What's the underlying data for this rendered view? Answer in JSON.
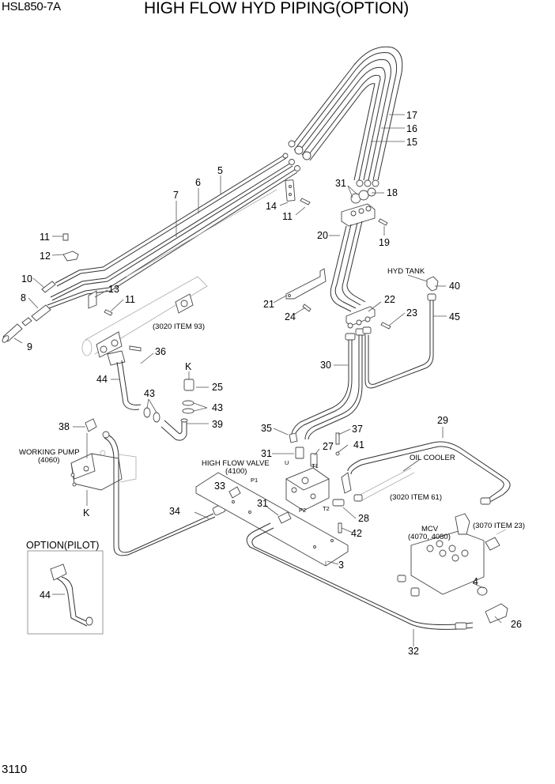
{
  "header": {
    "model": "HSL850-7A",
    "title": "HIGH FLOW HYD PIPING(OPTION)"
  },
  "page_number": "3110",
  "notes": {
    "item93": "(3020 ITEM 93)",
    "item61": "(3020 ITEM 61)",
    "item23": "(3070 ITEM 23)",
    "hyd_tank": "HYD TANK",
    "oil_cooler": "OIL COOLER",
    "working_pump": "WORKING PUMP",
    "working_pump_ref": "(4060)",
    "high_flow_valve": "HIGH FLOW VALVE",
    "high_flow_valve_ref": "(4100)",
    "mcv": "MCV",
    "mcv_ref": "(4070, 4080)",
    "option_pilot": "OPTION(PILOT)"
  },
  "ports": {
    "p1": "P1",
    "p2": "P2",
    "t1": "T1",
    "t2": "T2",
    "u": "U"
  },
  "callouts": [
    {
      "id": "c17",
      "text": "17"
    },
    {
      "id": "c16",
      "text": "16"
    },
    {
      "id": "c15",
      "text": "15"
    },
    {
      "id": "c5",
      "text": "5"
    },
    {
      "id": "c6",
      "text": "6"
    },
    {
      "id": "c7",
      "text": "7"
    },
    {
      "id": "c31a",
      "text": "31"
    },
    {
      "id": "c18",
      "text": "18"
    },
    {
      "id": "c14",
      "text": "14"
    },
    {
      "id": "c11a",
      "text": "11"
    },
    {
      "id": "c20",
      "text": "20"
    },
    {
      "id": "c19",
      "text": "19"
    },
    {
      "id": "c11b",
      "text": "11"
    },
    {
      "id": "c12",
      "text": "12"
    },
    {
      "id": "c10",
      "text": "10"
    },
    {
      "id": "c13",
      "text": "13"
    },
    {
      "id": "c11c",
      "text": "11"
    },
    {
      "id": "c8",
      "text": "8"
    },
    {
      "id": "c9",
      "text": "9"
    },
    {
      "id": "c40",
      "text": "40"
    },
    {
      "id": "c21",
      "text": "21"
    },
    {
      "id": "c22",
      "text": "22"
    },
    {
      "id": "c24",
      "text": "24"
    },
    {
      "id": "c23",
      "text": "23"
    },
    {
      "id": "c45",
      "text": "45"
    },
    {
      "id": "c36",
      "text": "36"
    },
    {
      "id": "cK1",
      "text": "K"
    },
    {
      "id": "c30",
      "text": "30"
    },
    {
      "id": "c44a",
      "text": "44"
    },
    {
      "id": "c25",
      "text": "25"
    },
    {
      "id": "c43a",
      "text": "43"
    },
    {
      "id": "c43b",
      "text": "43"
    },
    {
      "id": "c39",
      "text": "39"
    },
    {
      "id": "c29",
      "text": "29"
    },
    {
      "id": "c38",
      "text": "38"
    },
    {
      "id": "c35",
      "text": "35"
    },
    {
      "id": "c37",
      "text": "37"
    },
    {
      "id": "c31b",
      "text": "31"
    },
    {
      "id": "c27",
      "text": "27"
    },
    {
      "id": "c41",
      "text": "41"
    },
    {
      "id": "c33",
      "text": "33"
    },
    {
      "id": "cK2",
      "text": "K"
    },
    {
      "id": "c34",
      "text": "34"
    },
    {
      "id": "c31c",
      "text": "31"
    },
    {
      "id": "c28",
      "text": "28"
    },
    {
      "id": "c42",
      "text": "42"
    },
    {
      "id": "c3",
      "text": "3"
    },
    {
      "id": "c4",
      "text": "4"
    },
    {
      "id": "c26",
      "text": "26"
    },
    {
      "id": "c44b",
      "text": "44"
    },
    {
      "id": "c32",
      "text": "32"
    }
  ]
}
